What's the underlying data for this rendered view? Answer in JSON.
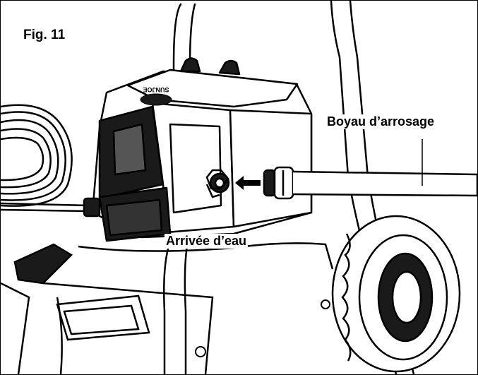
{
  "figure": {
    "figure_number": "Fig. 11",
    "callouts": {
      "garden_hose": "Boyau d’arrosage",
      "water_inlet": "Arrivée d’eau"
    },
    "brand_logo": "SUNJOE",
    "colors": {
      "line": "#000000",
      "fill_dark": "#1a1a1a",
      "fill_light": "#ffffff"
    },
    "icons": [
      "arrow-left-icon"
    ]
  }
}
